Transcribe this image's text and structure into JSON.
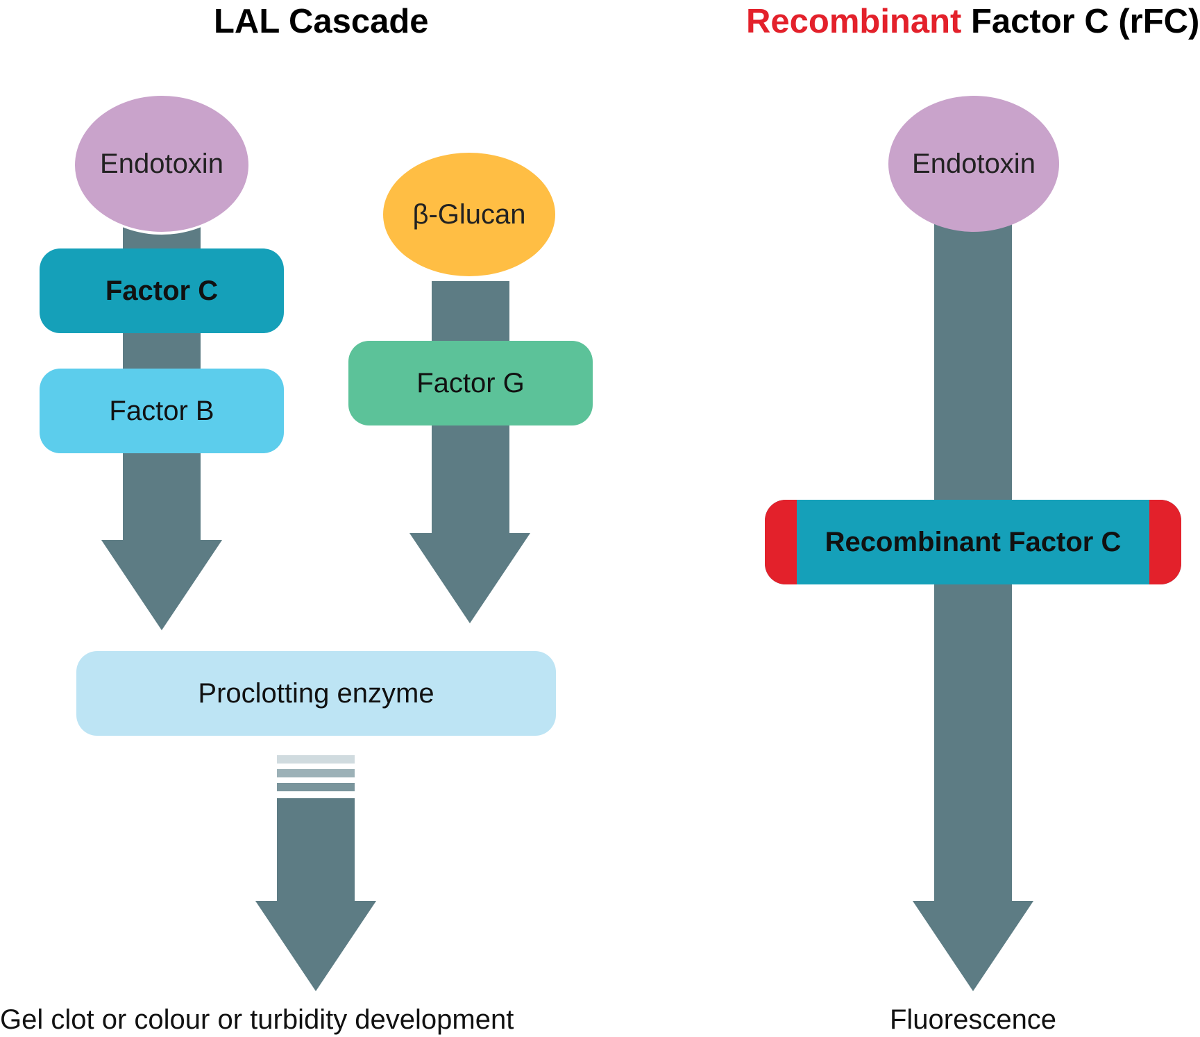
{
  "headings": {
    "left": "LAL Cascade",
    "right_highlight": "Recombinant",
    "right_rest": " Factor C (rFC)"
  },
  "lal": {
    "endotoxin": "Endotoxin",
    "factor_c": "Factor C",
    "factor_b": "Factor B",
    "beta_glucan": "β-Glucan",
    "factor_g": "Factor G",
    "proclotting": "Proclotting enzyme",
    "result": "Gel clot or colour or turbidity development"
  },
  "rfc": {
    "endotoxin": "Endotoxin",
    "recombinant": "Recombinant Factor C",
    "result": "Fluorescence"
  },
  "colors": {
    "arrow": "#5d7c84",
    "endotoxin": "#c9a3cb",
    "factor_c": "#15a0b9",
    "factor_b": "#5ccdec",
    "beta_glucan": "#ffbe44",
    "factor_g": "#5cc299",
    "proclotting": "#bde4f4",
    "rfc_accent": "#e3212b"
  }
}
